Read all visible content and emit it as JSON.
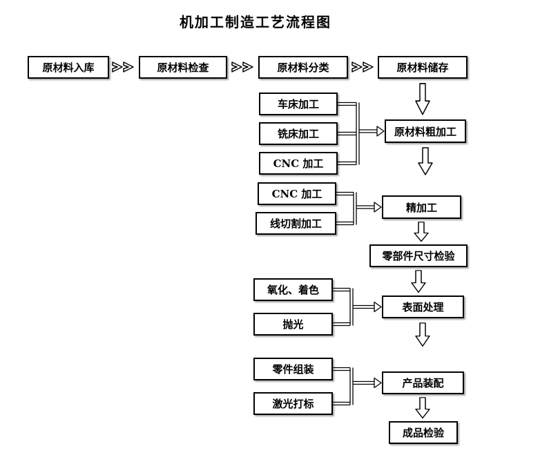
{
  "title": "机加工制造工艺流程图",
  "colors": {
    "box_border": "#000000",
    "box_fill": "#ffffff",
    "text": "#000000",
    "background": "#ffffff"
  },
  "nodes": {
    "rm_inbound": {
      "label": "原材料入库"
    },
    "rm_inspect": {
      "label": "原材料检查"
    },
    "rm_classify": {
      "label": "原材料分类"
    },
    "rm_storage": {
      "label": "原材料储存"
    },
    "lathe": {
      "label": "车床加工"
    },
    "milling": {
      "label": "铣床加工"
    },
    "cnc_rough": {
      "label": "CNC 加工"
    },
    "rough_machining": {
      "label": "原材料粗加工"
    },
    "cnc_fine": {
      "label": "CNC 加工"
    },
    "wire_cut": {
      "label": "线切割加工"
    },
    "fine_machining": {
      "label": "精加工"
    },
    "dimension_inspect": {
      "label": "零部件尺寸检验"
    },
    "oxidation": {
      "label": "氧化、着色"
    },
    "polishing": {
      "label": "抛光"
    },
    "surface_treatment": {
      "label": "表面处理"
    },
    "parts_assembly": {
      "label": "零件组装"
    },
    "laser_marking": {
      "label": "激光打标"
    },
    "product_assembly": {
      "label": "产品装配"
    },
    "final_inspect": {
      "label": "成品检验"
    }
  },
  "edges": [
    {
      "from": "原材料入库",
      "to": "原材料检查"
    },
    {
      "from": "原材料检查",
      "to": "原材料分类"
    },
    {
      "from": "原材料分类",
      "to": "原材料储存"
    },
    {
      "from": "原材料储存",
      "to": "原材料粗加工"
    },
    {
      "from": "车床加工",
      "to": "原材料粗加工"
    },
    {
      "from": "铣床加工",
      "to": "原材料粗加工"
    },
    {
      "from": "CNC 加工",
      "to": "原材料粗加工"
    },
    {
      "from": "原材料粗加工",
      "to": "精加工"
    },
    {
      "from": "CNC 加工",
      "to": "精加工"
    },
    {
      "from": "线切割加工",
      "to": "精加工"
    },
    {
      "from": "精加工",
      "to": "零部件尺寸检验"
    },
    {
      "from": "零部件尺寸检验",
      "to": "表面处理"
    },
    {
      "from": "氧化、着色",
      "to": "表面处理"
    },
    {
      "from": "抛光",
      "to": "表面处理"
    },
    {
      "from": "表面处理",
      "to": "产品装配"
    },
    {
      "from": "零件组装",
      "to": "产品装配"
    },
    {
      "from": "激光打标",
      "to": "产品装配"
    },
    {
      "from": "产品装配",
      "to": "成品检验"
    }
  ]
}
